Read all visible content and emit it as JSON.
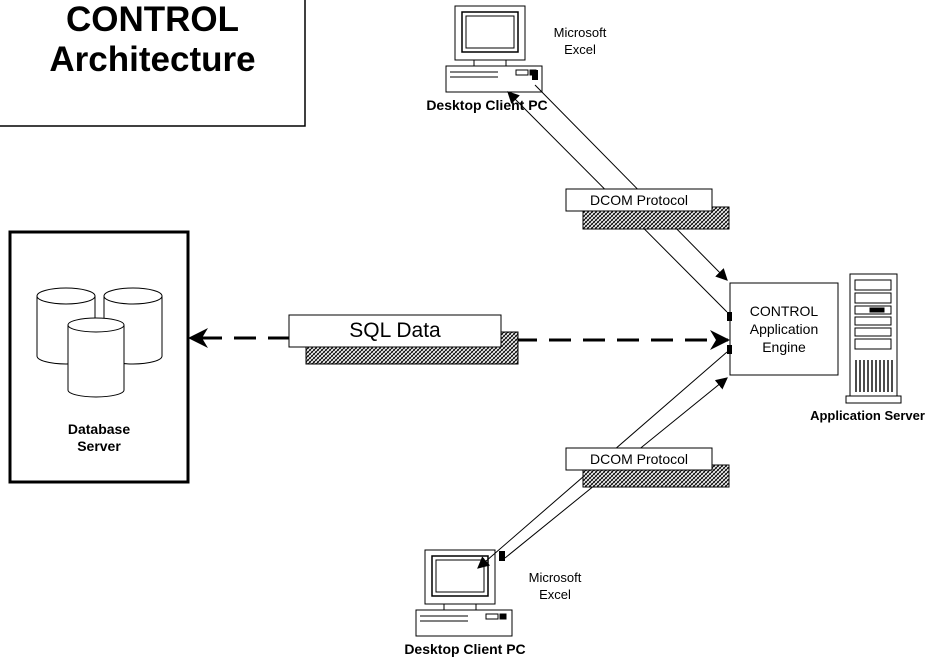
{
  "title": {
    "line1": "CONTROL",
    "line2": "Architecture"
  },
  "database_server": {
    "label_line1": "Database",
    "label_line2": "Server"
  },
  "sql_link": {
    "label": "SQL Data"
  },
  "app_engine": {
    "line1": "CONTROL",
    "line2": "Application",
    "line3": "Engine"
  },
  "app_server": {
    "label": "Application Server"
  },
  "client_top": {
    "label": "Desktop Client PC",
    "app_line1": "Microsoft",
    "app_line2": "Excel"
  },
  "client_bottom": {
    "label": "Desktop Client PC",
    "app_line1": "Microsoft",
    "app_line2": "Excel"
  },
  "protocol_top": {
    "label": "DCOM Protocol"
  },
  "protocol_bottom": {
    "label": "DCOM Protocol"
  },
  "icons": [
    "database-cylinders-icon",
    "desktop-pc-icon",
    "server-tower-icon"
  ]
}
